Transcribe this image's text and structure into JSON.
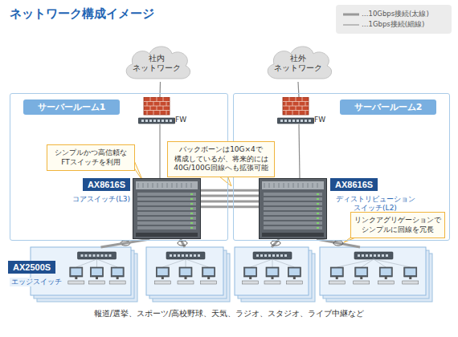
{
  "diagram": {
    "title": "ネットワーク構成イメージ",
    "caption": "報道/選挙、スポーツ/高校野球、天気、ラジオ、スタジオ、ライブ中継など",
    "nodes": [
      {
        "text": [
          "社内 ネットワーク"
        ]
      },
      {
        "text": [
          "社外 ネットワーク"
        ]
      },
      {
        "text": [
          "サーバールーム1"
        ]
      },
      {
        "text": [
          "サーバールーム2"
        ]
      },
      {
        "text": [
          "FW"
        ],
        "in": 2
      },
      {
        "text": [
          "FW"
        ],
        "in": 3
      },
      {
        "text": [
          "シンプルかつ高信頼な FTスイッチを利用"
        ],
        "in": 2
      },
      {
        "text": [
          "バックボーンは10G×4で 構成しているが、将来的には 40G/100G回線へも拡張可能"
        ]
      },
      {
        "text": [
          "AX8616S",
          "コアスイッチ(L3)"
        ],
        "in": 2
      },
      {
        "text": [
          "AX8616S",
          "ディストリビューション スイッチ(L2)"
        ],
        "in": 3
      },
      {
        "text": [
          "リンクアグリゲーションで シンプルに回線を冗長"
        ]
      },
      {
        "text": [
          "AX2500S",
          "エッジスイッチ"
        ]
      }
    ],
    "edges": [
      {
        "from": 0,
        "to": 4,
        "arrow": "none"
      },
      {
        "from": 1,
        "to": 5,
        "arrow": "none"
      },
      {
        "from": 4,
        "to": 8,
        "arrow": "none"
      },
      {
        "from": 5,
        "to": 9,
        "arrow": "none"
      },
      {
        "from": 8,
        "to": 9,
        "arrow": "none"
      },
      {
        "from": 8,
        "to": 9,
        "arrow": "none"
      },
      {
        "from": 8,
        "to": 9,
        "arrow": "none"
      },
      {
        "from": 8,
        "to": 9,
        "arrow": "none"
      },
      {
        "from": 8,
        "to": 11,
        "arrow": "none"
      }
    ],
    "legend": [
      {
        "text": "…10Gbps接続(太線)"
      },
      {
        "text": "…1Gbps接続(細線)"
      }
    ]
  }
}
